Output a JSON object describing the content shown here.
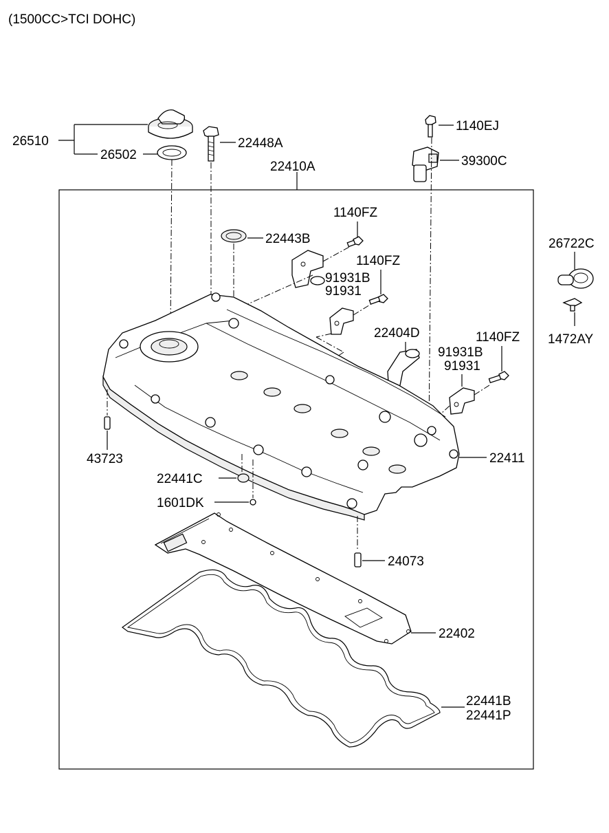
{
  "header": {
    "engine_spec": "(1500CC>TCI DOHC)"
  },
  "labels": {
    "p26510": "26510",
    "p26502": "26502",
    "p22448A": "22448A",
    "p22410A": "22410A",
    "p1140EJ": "1140EJ",
    "p39300C": "39300C",
    "p1140FZ_a": "1140FZ",
    "p22443B": "22443B",
    "p1140FZ_b": "1140FZ",
    "p91931B_a": "91931B",
    "p91931_a": "91931",
    "p26722C": "26722C",
    "p1472AY": "1472AY",
    "p22404D": "22404D",
    "p1140FZ_c": "1140FZ",
    "p91931B_b": "91931B",
    "p91931_b": "91931",
    "p43723": "43723",
    "p22411": "22411",
    "p22441C": "22441C",
    "p1601DK": "1601DK",
    "p24073": "24073",
    "p22402": "22402",
    "p22441B": "22441B",
    "p22441P": "22441P"
  }
}
